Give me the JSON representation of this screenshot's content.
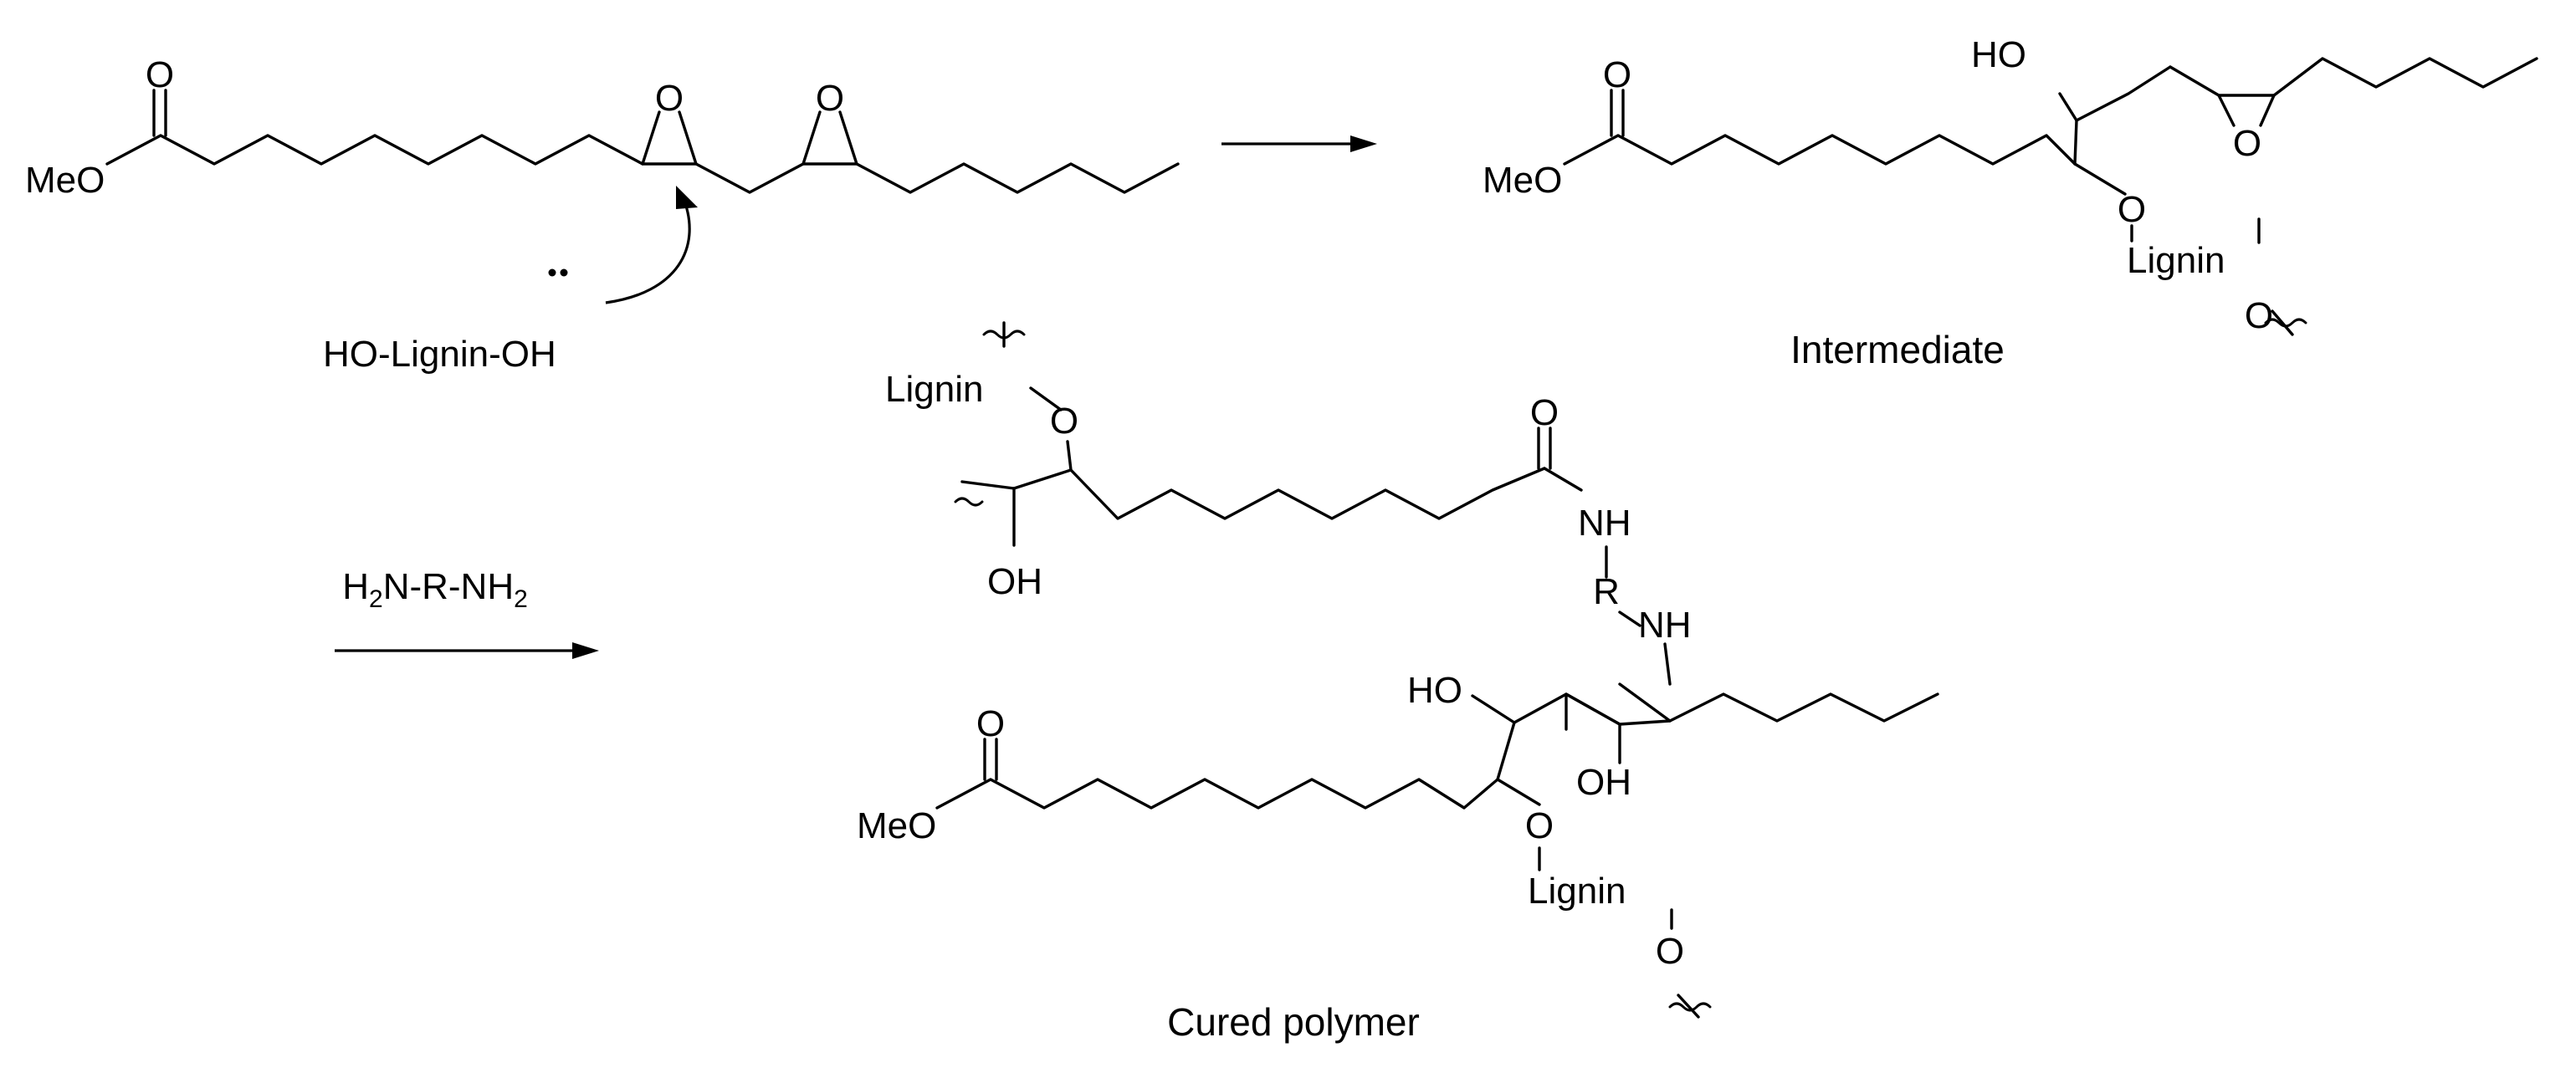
{
  "reactant": {
    "ester_o": "MeO",
    "carbonyl_o": "O",
    "epoxide_o1": "O",
    "epoxide_o2": "O"
  },
  "nucleophile": {
    "text": "HO-Lignin-OH"
  },
  "intermediate": {
    "ester_o": "MeO",
    "carbonyl_o": "O",
    "hydroxyl": "HO",
    "ether_o": "O",
    "lignin": "Lignin",
    "lignin_o": "O",
    "epoxide_o": "O",
    "caption": "Intermediate"
  },
  "reagent": {
    "prefix_h": "H",
    "sub_2a": "2",
    "middle": "N-R-NH",
    "sub_2b": "2"
  },
  "product": {
    "top_lignin": "Lignin",
    "top_o": "O",
    "top_oh": "OH",
    "amide_o": "O",
    "amide_nh": "NH",
    "r": "R",
    "amine_nh": "NH",
    "ho": "HO",
    "oh": "OH",
    "ester_o": "MeO",
    "carbonyl_o": "O",
    "ether_o": "O",
    "lignin": "Lignin",
    "lignin_o": "O",
    "caption": "Cured polymer"
  }
}
